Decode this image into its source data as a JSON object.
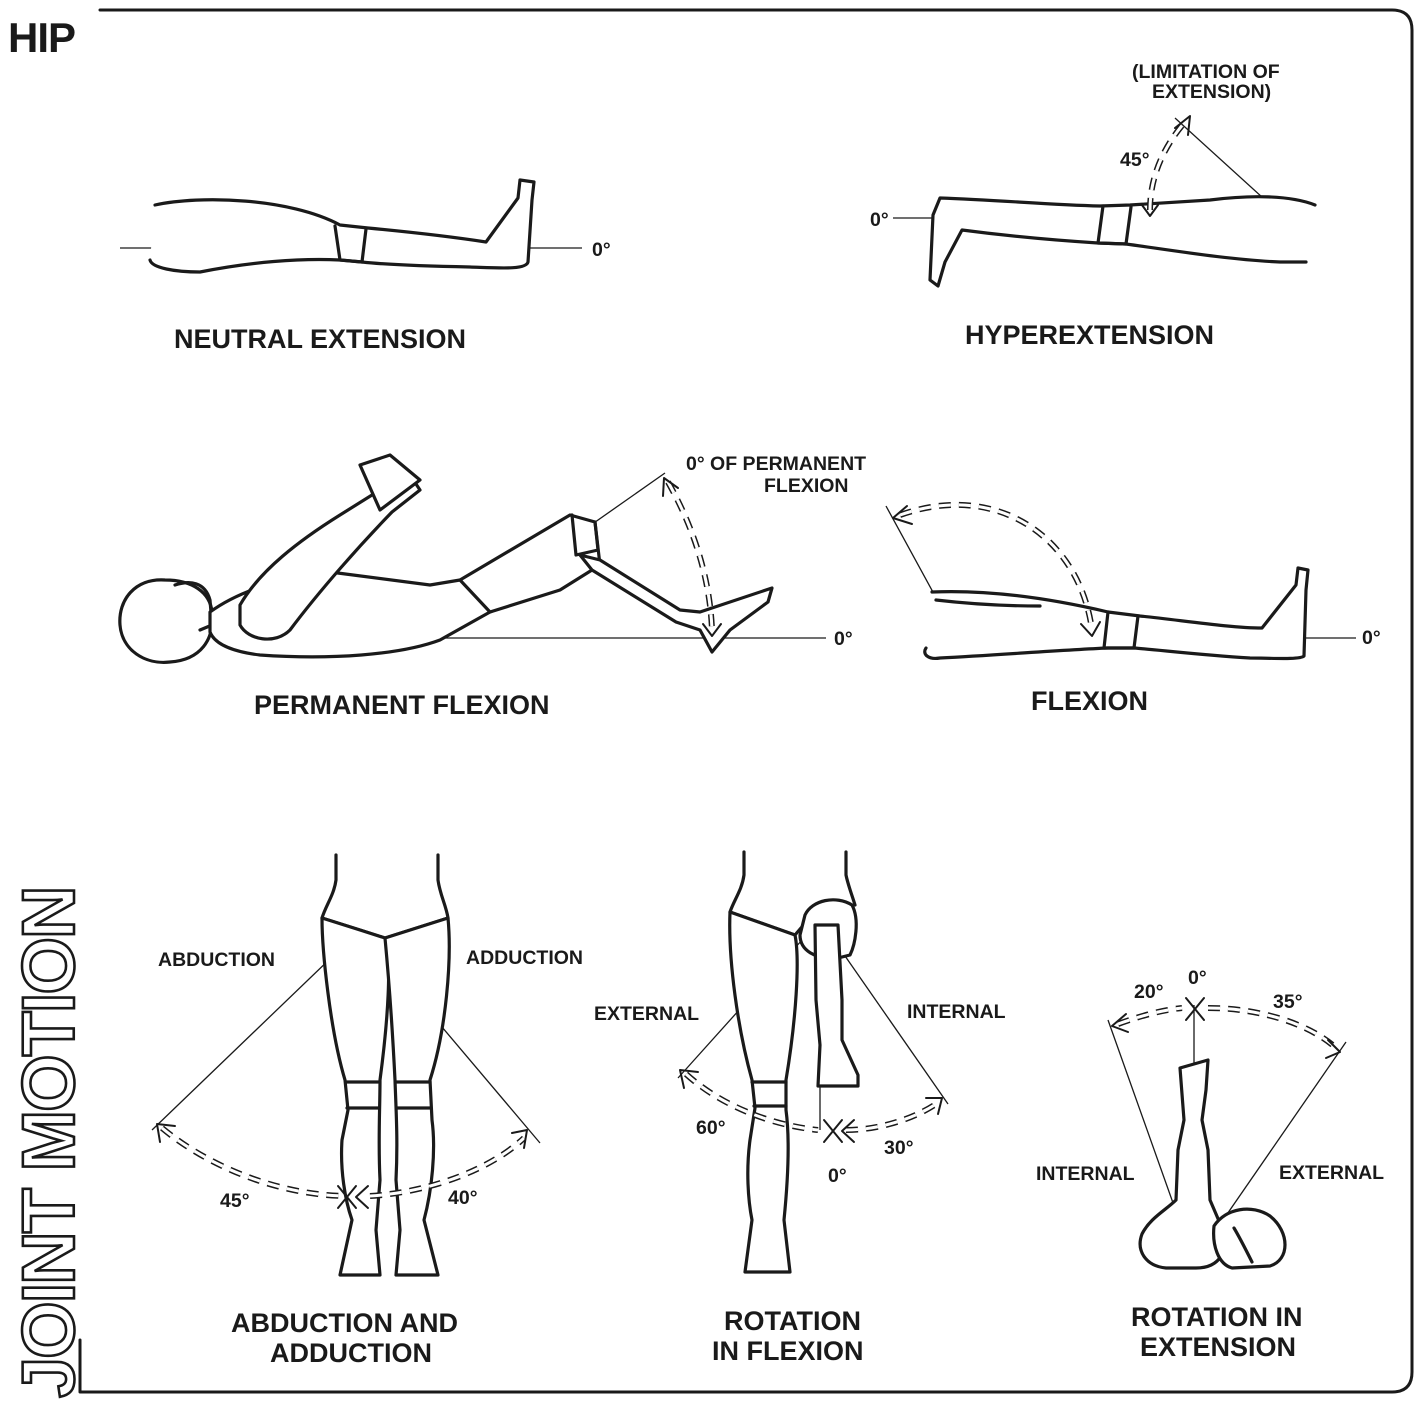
{
  "header": {
    "title": "HIP",
    "side_label": "JOINT MOTION"
  },
  "panels": {
    "neutral_extension": {
      "title": "NEUTRAL EXTENSION",
      "angle": "0°"
    },
    "hyperextension": {
      "title": "HYPEREXTENSION",
      "note_line1": "(LIMITATION OF",
      "note_line2": "EXTENSION)",
      "angle_range": "45°",
      "angle_zero": "0°"
    },
    "permanent_flexion": {
      "title": "PERMANENT FLEXION",
      "note_line1": "0° OF PERMANENT",
      "note_line2": "FLEXION",
      "angle_zero": "0°"
    },
    "flexion": {
      "title": "FLEXION",
      "angle_zero": "0°"
    },
    "abduction_adduction": {
      "title_line1": "ABDUCTION AND",
      "title_line2": "ADDUCTION",
      "left_label": "ABDUCTION",
      "right_label": "ADDUCTION",
      "left_angle": "45°",
      "right_angle": "40°"
    },
    "rotation_flexion": {
      "title_line1": "ROTATION",
      "title_line2": "IN FLEXION",
      "left_label": "EXTERNAL",
      "right_label": "INTERNAL",
      "left_angle": "60°",
      "right_angle": "30°",
      "zero_angle": "0°"
    },
    "rotation_extension": {
      "title_line1": "ROTATION IN",
      "title_line2": "EXTENSION",
      "left_label": "INTERNAL",
      "right_label": "EXTERNAL",
      "left_angle": "20°",
      "right_angle": "35°",
      "zero_angle": "0°"
    }
  }
}
